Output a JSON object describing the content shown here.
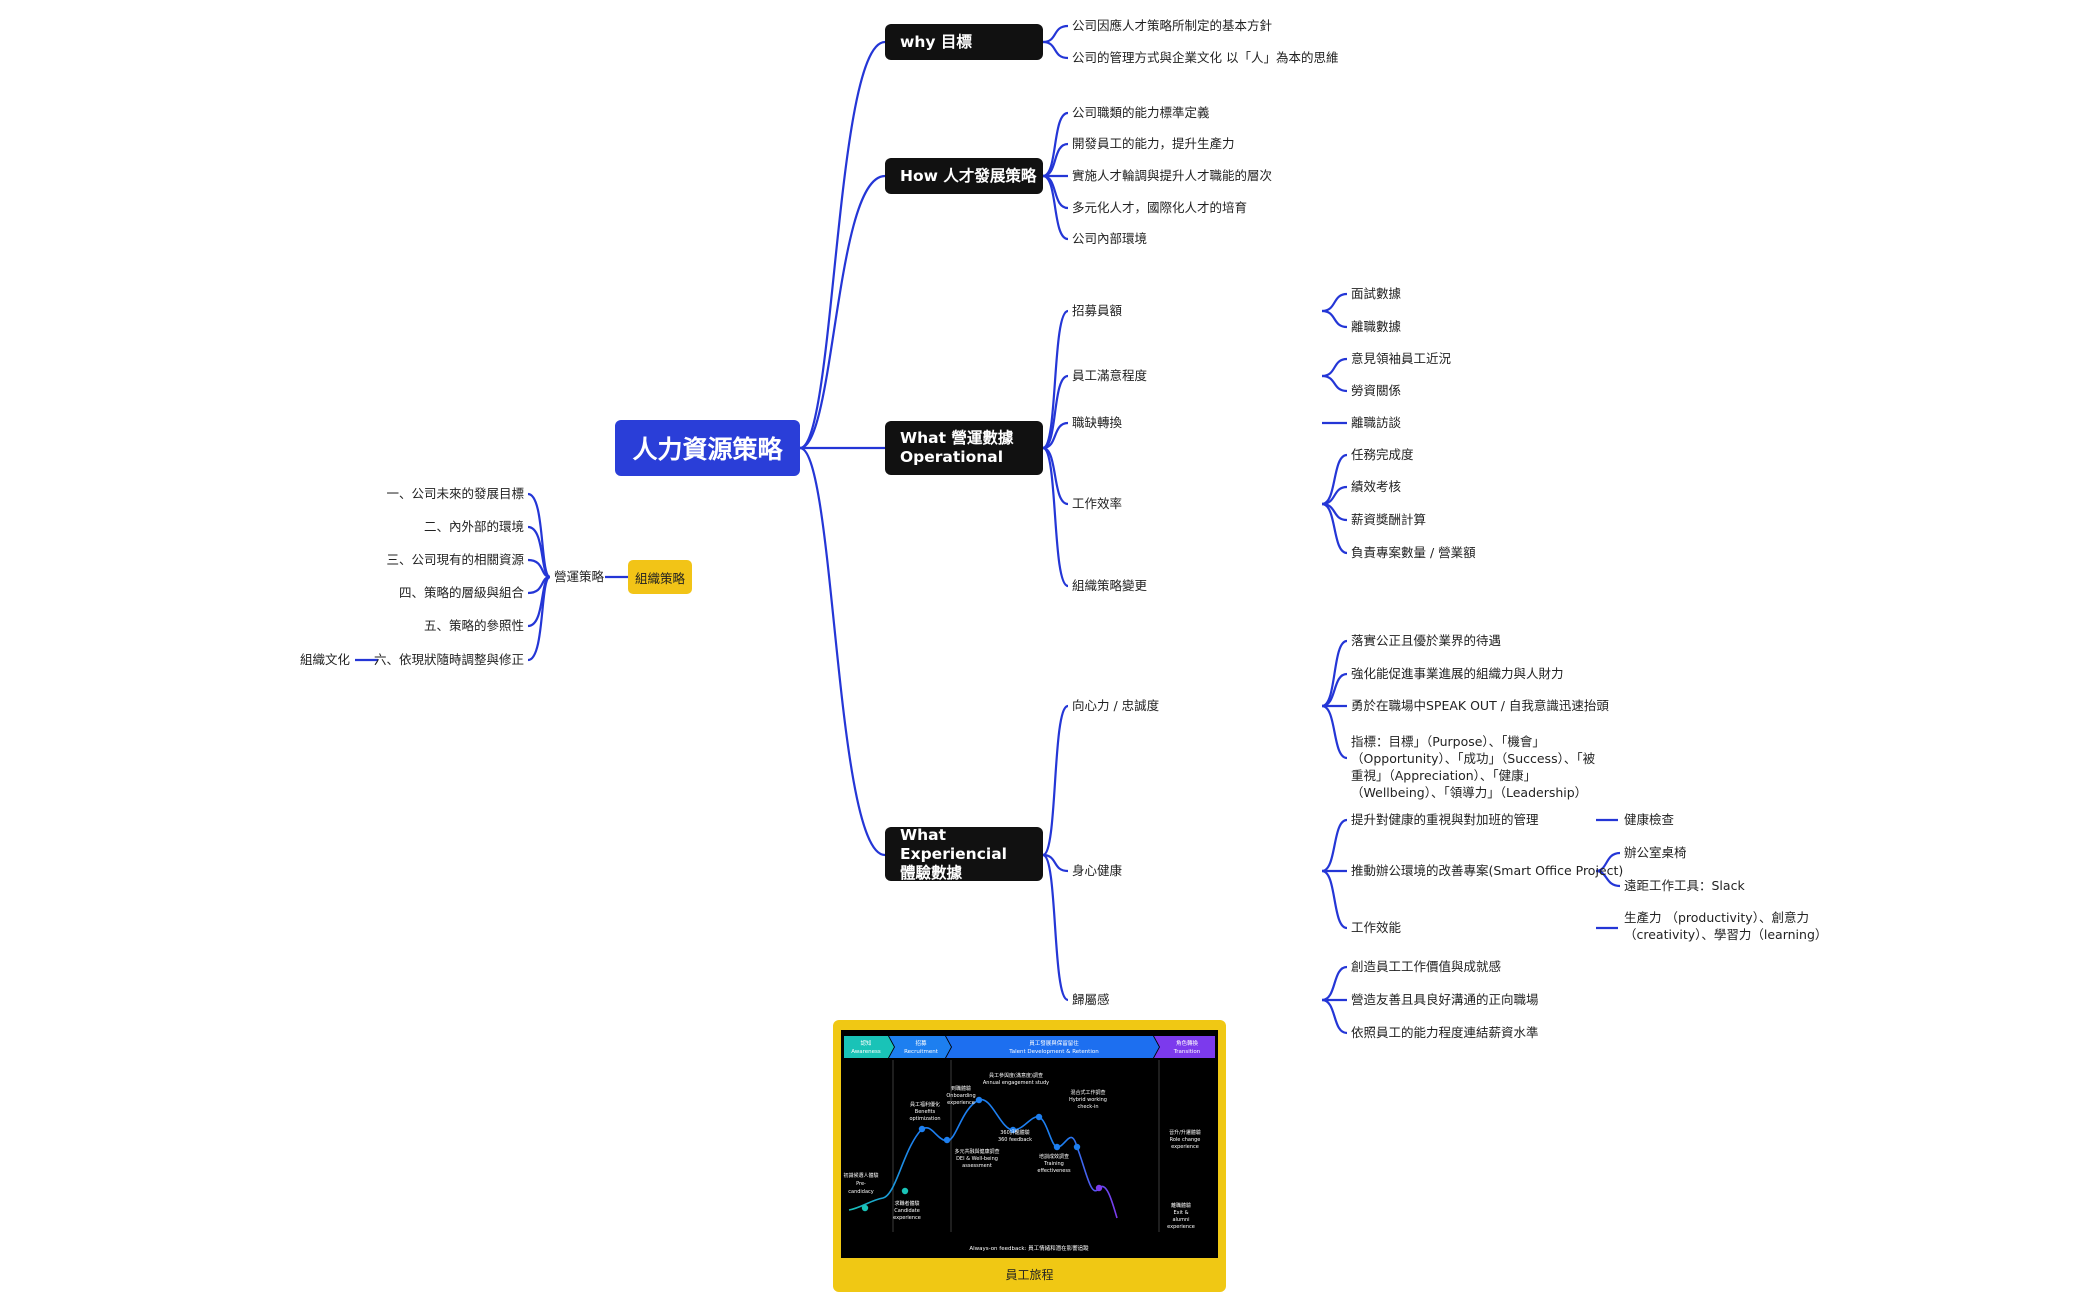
{
  "root": "人力資源策略",
  "branches": {
    "why": {
      "title": "why 目標",
      "items": [
        "公司因應人才策略所制定的基本方針",
        "公司的管理方式與企業文化 以「人」為本的思維"
      ]
    },
    "how": {
      "title": "How 人才發展策略",
      "items": [
        "公司職類的能力標準定義",
        "開發員工的能力，提升生產力",
        "實施人才輪調與提升人才職能的層次",
        "多元化人才，國際化人才的培育",
        "公司內部環境"
      ]
    },
    "operational": {
      "title_line1": "What 營運數據",
      "title_line2": "Operational",
      "groups": [
        {
          "label": "招募員額",
          "items": [
            "面試數據",
            "離職數據"
          ]
        },
        {
          "label": "員工滿意程度",
          "items": [
            "意見領袖員工近況",
            "勞資關係"
          ]
        },
        {
          "label": "職缺轉換",
          "items": [
            "離職訪談"
          ]
        },
        {
          "label": "工作效率",
          "items": [
            "任務完成度",
            "績效考核",
            "薪資獎酬計算",
            "負責專案數量 / 營業額"
          ]
        },
        {
          "label": "組織策略變更",
          "items": []
        }
      ]
    },
    "experiential": {
      "title_line1": "What Experiencial",
      "title_line2": "體驗數據",
      "groups": [
        {
          "label": "向心力 / 忠誠度",
          "items": [
            "落實公正且優於業界的待遇",
            "強化能促進事業進展的組織力與人財力",
            "勇於在職場中SPEAK OUT / 自我意識迅速抬頭"
          ],
          "indicator_lines": [
            "指標：目標」（Purpose）、「機會」",
            "（Opportunity）、「成功」（Success）、「被",
            "重視」（Appreciation）、「健康」",
            "（Wellbeing）、「領導力」（Leadership）"
          ]
        },
        {
          "label": "身心健康",
          "items": [
            "提升對健康的重視與對加班的管理",
            "推動辦公環境的改善專案(Smart Office Project)",
            "工作效能"
          ],
          "sub": {
            "health_check": "健康檢查",
            "desk": "辦公室桌椅",
            "remote": "遠距工作工具：Slack",
            "eff_line1": "生產力 （productivity）、創意力",
            "eff_line2": "（creativity）、學習力（learning）"
          }
        },
        {
          "label": "歸屬感",
          "items": [
            "創造員工工作價值與成就感",
            "營造友善且具良好溝通的正向職場",
            "依照員工的能力程度連結薪資水準"
          ]
        }
      ]
    }
  },
  "org": {
    "node": "組織策略",
    "strategy": "營運策略",
    "items": [
      "一、公司未來的發展目標",
      "二、內外部的環境",
      "三、公司現有的相關資源",
      "四、策略的層級與組合",
      "五、策略的參照性",
      "六、依現狀隨時調整與修正"
    ],
    "culture": "組織文化"
  },
  "journey": {
    "caption": "員工旅程",
    "colors": {
      "teal": "#19c3b7",
      "blue": "#1d7ff0",
      "purple": "#7c3aed",
      "frame": "#f0c814"
    },
    "stages": [
      {
        "zh": "認知",
        "en": "Awareness"
      },
      {
        "zh": "招募",
        "en": "Recruitment"
      },
      {
        "zh": "員工發展與保留留住",
        "en": "Talent Development & Retention"
      },
      {
        "zh": "角色轉換",
        "en": "Transition"
      }
    ],
    "points": [
      {
        "zh": "初識候選人體驗",
        "en1": "Pre-",
        "en2": "candidacy"
      },
      {
        "zh": "求職者體驗",
        "en1": "Candidate",
        "en2": "experience"
      },
      {
        "zh": "員工福利優化",
        "en1": "Benefits",
        "en2": "optimization"
      },
      {
        "zh": "到職體驗",
        "en1": "Onboarding",
        "en2": "experience"
      },
      {
        "zh": "多元共融與健康調查",
        "en1": "DEI & Well-being",
        "en2": "assessment"
      },
      {
        "zh": "員工參與度(滿意度)調查",
        "en1": "Annual engagement study",
        "en2": ""
      },
      {
        "zh": "360評鑑體驗",
        "en1": "360 feedback",
        "en2": ""
      },
      {
        "zh": "混合式工作調查",
        "en1": "Hybrid working",
        "en2": "check-in"
      },
      {
        "zh": "培訓成效調查",
        "en1": "Training",
        "en2": "effectiveness"
      },
      {
        "zh": "晉升/升遷體驗",
        "en1": "Role change",
        "en2": "experience"
      },
      {
        "zh": "離職體驗",
        "en1": "Exit &",
        "en2": "alumni"
      },
      {
        "zh": "",
        "en1": "experience",
        "en2": ""
      }
    ],
    "footer": "Always-on feedback: 員工情緒和潛在影響追蹤"
  }
}
